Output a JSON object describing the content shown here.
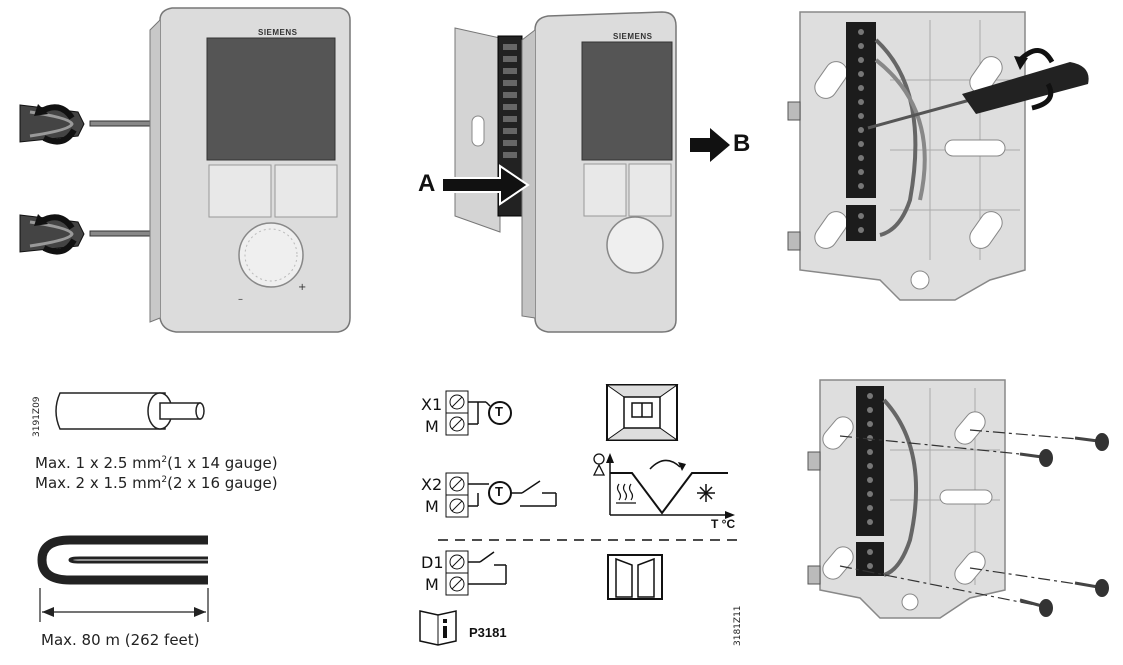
{
  "device": {
    "brand": "SIEMENS"
  },
  "step2": {
    "label_a": "A",
    "label_b": "B"
  },
  "cable": {
    "code": "3191Z09",
    "spec_line1": "Max. 1 x 2.5 mm",
    "spec_line1_sup": "2",
    "spec_line1_tail": "(1 x 14 gauge)",
    "spec_line2": "Max. 2 x 1.5 mm",
    "spec_line2_sup": "2",
    "spec_line2_tail": "(2 x 16 gauge)",
    "length": "Max. 80 m (262 feet)"
  },
  "wiring": {
    "x1": "X1",
    "m1": "M",
    "x2": "X2",
    "m2": "M",
    "d1": "D1",
    "m3": "M",
    "sensor": "T",
    "axis_t": "T °C",
    "reference": "P3181",
    "code": "3181Z11",
    "info_icon": "info-book-icon"
  }
}
